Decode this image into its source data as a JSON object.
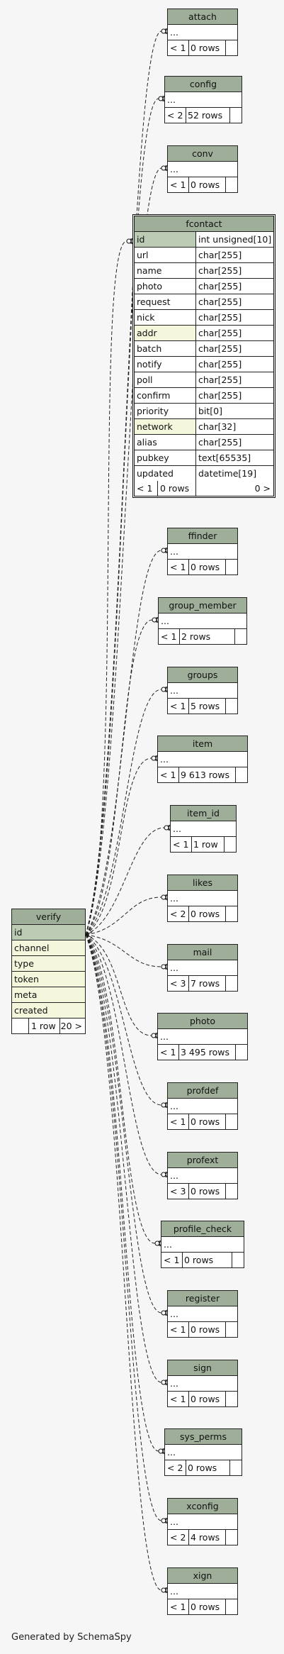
{
  "generated_by": "Generated by SchemaSpy",
  "verify": {
    "name": "verify",
    "columns": [
      "id",
      "channel",
      "type",
      "token",
      "meta",
      "created"
    ],
    "footer_rows": "1 row",
    "footer_count": "20 >"
  },
  "fcontact": {
    "name": "fcontact",
    "columns": [
      {
        "name": "id",
        "type": "int unsigned[10]",
        "key": "pk"
      },
      {
        "name": "url",
        "type": "char[255]",
        "key": ""
      },
      {
        "name": "name",
        "type": "char[255]",
        "key": ""
      },
      {
        "name": "photo",
        "type": "char[255]",
        "key": ""
      },
      {
        "name": "request",
        "type": "char[255]",
        "key": ""
      },
      {
        "name": "nick",
        "type": "char[255]",
        "key": ""
      },
      {
        "name": "addr",
        "type": "char[255]",
        "key": "fk"
      },
      {
        "name": "batch",
        "type": "char[255]",
        "key": ""
      },
      {
        "name": "notify",
        "type": "char[255]",
        "key": ""
      },
      {
        "name": "poll",
        "type": "char[255]",
        "key": ""
      },
      {
        "name": "confirm",
        "type": "char[255]",
        "key": ""
      },
      {
        "name": "priority",
        "type": "bit[0]",
        "key": ""
      },
      {
        "name": "network",
        "type": "char[32]",
        "key": "fk"
      },
      {
        "name": "alias",
        "type": "char[255]",
        "key": ""
      },
      {
        "name": "pubkey",
        "type": "text[65535]",
        "key": ""
      },
      {
        "name": "updated",
        "type": "datetime[19]",
        "key": ""
      }
    ],
    "footer_parents": "< 1",
    "footer_rows": "0 rows",
    "footer_children": "0 >"
  },
  "small_tables": [
    {
      "name": "attach",
      "ellipsis": "...",
      "parents": "< 1",
      "rows": "0 rows"
    },
    {
      "name": "config",
      "ellipsis": "...",
      "parents": "< 2",
      "rows": "52 rows"
    },
    {
      "name": "conv",
      "ellipsis": "...",
      "parents": "< 1",
      "rows": "0 rows"
    },
    {
      "name": "ffinder",
      "ellipsis": "...",
      "parents": "< 1",
      "rows": "0 rows"
    },
    {
      "name": "group_member",
      "ellipsis": "...",
      "parents": "< 1",
      "rows": "2 rows"
    },
    {
      "name": "groups",
      "ellipsis": "...",
      "parents": "< 1",
      "rows": "5 rows"
    },
    {
      "name": "item",
      "ellipsis": "...",
      "parents": "< 1",
      "rows": "9 613 rows"
    },
    {
      "name": "item_id",
      "ellipsis": "...",
      "parents": "< 1",
      "rows": "1 row"
    },
    {
      "name": "likes",
      "ellipsis": "...",
      "parents": "< 2",
      "rows": "0 rows"
    },
    {
      "name": "mail",
      "ellipsis": "...",
      "parents": "< 3",
      "rows": "7 rows"
    },
    {
      "name": "photo",
      "ellipsis": "...",
      "parents": "< 1",
      "rows": "3 495 rows"
    },
    {
      "name": "profdef",
      "ellipsis": "...",
      "parents": "< 1",
      "rows": "0 rows"
    },
    {
      "name": "profext",
      "ellipsis": "...",
      "parents": "< 3",
      "rows": "0 rows"
    },
    {
      "name": "profile_check",
      "ellipsis": "...",
      "parents": "< 1",
      "rows": "0 rows"
    },
    {
      "name": "register",
      "ellipsis": "...",
      "parents": "< 1",
      "rows": "0 rows"
    },
    {
      "name": "sign",
      "ellipsis": "...",
      "parents": "< 1",
      "rows": "0 rows"
    },
    {
      "name": "sys_perms",
      "ellipsis": "...",
      "parents": "< 2",
      "rows": "0 rows"
    },
    {
      "name": "xconfig",
      "ellipsis": "...",
      "parents": "< 2",
      "rows": "4 rows"
    },
    {
      "name": "xign",
      "ellipsis": "...",
      "parents": "< 1",
      "rows": "0 rows"
    }
  ],
  "colors": {
    "header": "#9eae99",
    "primary_key": "#bccbb3",
    "foreign_key": "#f4f7dc",
    "background": "#f6f6f6",
    "edge": "#222222"
  }
}
